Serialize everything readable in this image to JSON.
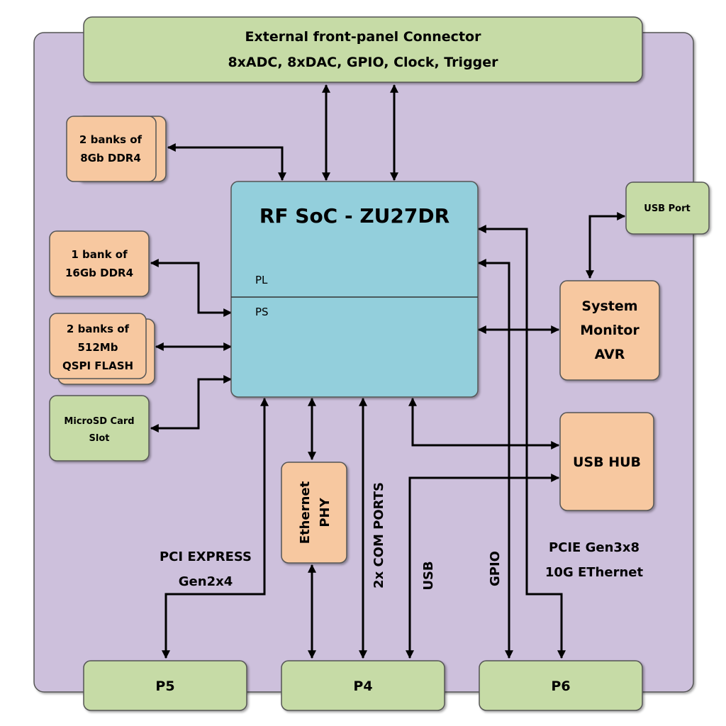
{
  "colors": {
    "board_fill": "#cdc0dc",
    "green_fill": "#c6dba6",
    "orange_fill": "#f7c8a0",
    "soc_fill": "#93cfdc",
    "line": "#000000"
  },
  "front_panel": {
    "line1": "External front-panel  Connector",
    "line2": "8xADC, 8xDAC, GPIO, Clock, Trigger"
  },
  "soc": {
    "title": "RF SoC - ZU27DR",
    "pl_label": "PL",
    "ps_label": "PS"
  },
  "memory": {
    "ddr4_banks": {
      "line1": "2 banks of",
      "line2": "8Gb DDR4"
    },
    "ddr4_single": {
      "line1": "1 bank of",
      "line2": "16Gb DDR4"
    },
    "qspi": {
      "line1": "2 banks of",
      "line2": "512Mb",
      "line3": "QSPI FLASH"
    }
  },
  "microsd": {
    "line1": "MicroSD Card",
    "line2": "Slot"
  },
  "usb_port": {
    "label": "USB Port"
  },
  "system_monitor": {
    "line1": "System",
    "line2": "Monitor",
    "line3": "AVR"
  },
  "usb_hub": {
    "label": "USB HUB"
  },
  "ethernet_phy": {
    "line1": "Ethernet",
    "line2": "PHY"
  },
  "bus_labels": {
    "pci_express": {
      "line1": "PCI EXPRESS",
      "line2": "Gen2x4"
    },
    "com_ports": "2x COM PORTS",
    "usb": "USB",
    "gpio": "GPIO",
    "pcie_gen3": {
      "line1": "PCIE Gen3x8",
      "line2": "10G EThernet"
    }
  },
  "connectors": {
    "p5": "P5",
    "p4": "P4",
    "p6": "P6"
  }
}
